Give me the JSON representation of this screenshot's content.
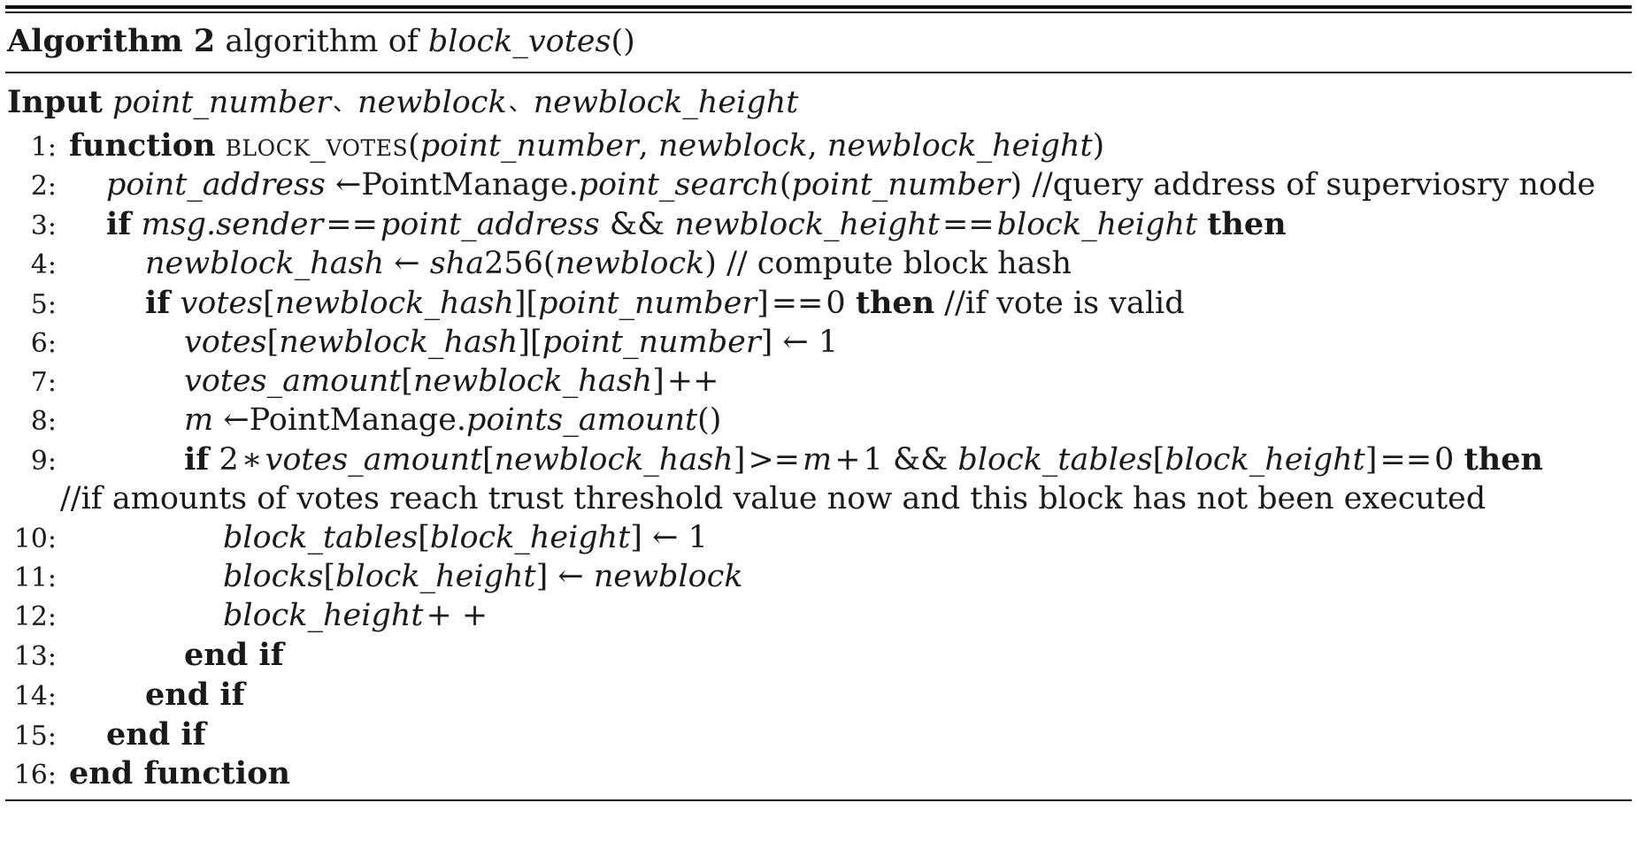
{
  "caption": {
    "label": "Algorithm 2",
    "of_text": "algorithm of ",
    "name": "block_votes",
    "parens": "()"
  },
  "input": {
    "keyword": "Input",
    "params": [
      "point_number",
      "newblock",
      "newblock_height"
    ],
    "separator": "、"
  },
  "lines": [
    {
      "no": "1:",
      "indent": 0,
      "tokens": [
        {
          "t": "kw",
          "v": "function"
        },
        {
          "t": "sp",
          "v": " "
        },
        {
          "t": "sc",
          "v": "block_votes"
        },
        {
          "t": "rm",
          "v": "("
        },
        {
          "t": "var",
          "v": "point_number"
        },
        {
          "t": "rm",
          "v": ", "
        },
        {
          "t": "var",
          "v": "newblock"
        },
        {
          "t": "rm",
          "v": ", "
        },
        {
          "t": "var",
          "v": "newblock_height"
        },
        {
          "t": "rm",
          "v": ")"
        }
      ]
    },
    {
      "no": "2:",
      "indent": 1,
      "tokens": [
        {
          "t": "var",
          "v": "point_address"
        },
        {
          "t": "sp",
          "v": " "
        },
        {
          "t": "arrow",
          "v": "←"
        },
        {
          "t": "rm",
          "v": "PointManage."
        },
        {
          "t": "var",
          "v": "point_search"
        },
        {
          "t": "rm",
          "v": "("
        },
        {
          "t": "var",
          "v": "point_number"
        },
        {
          "t": "rm",
          "v": ")"
        },
        {
          "t": "sp",
          "v": " "
        },
        {
          "t": "cmt",
          "v": "//query address of superviosry node"
        }
      ]
    },
    {
      "no": "3:",
      "indent": 1,
      "tokens": [
        {
          "t": "kw",
          "v": "if"
        },
        {
          "t": "sp",
          "v": " "
        },
        {
          "t": "var",
          "v": "msg.sender"
        },
        {
          "t": "op",
          "v": "=="
        },
        {
          "t": "var",
          "v": "point_address"
        },
        {
          "t": "sp",
          "v": " "
        },
        {
          "t": "rm",
          "v": "&&"
        },
        {
          "t": "sp",
          "v": " "
        },
        {
          "t": "var",
          "v": "newblock_height"
        },
        {
          "t": "op",
          "v": "=="
        },
        {
          "t": "var",
          "v": "block_height"
        },
        {
          "t": "sp",
          "v": " "
        },
        {
          "t": "kw",
          "v": "then"
        }
      ]
    },
    {
      "no": "4:",
      "indent": 2,
      "tokens": [
        {
          "t": "var",
          "v": "newblock_hash"
        },
        {
          "t": "sp",
          "v": " "
        },
        {
          "t": "arrow",
          "v": "←"
        },
        {
          "t": "sp",
          "v": " "
        },
        {
          "t": "var",
          "v": "sha"
        },
        {
          "t": "num",
          "v": "256"
        },
        {
          "t": "rm",
          "v": "("
        },
        {
          "t": "var",
          "v": "newblock"
        },
        {
          "t": "rm",
          "v": ")"
        },
        {
          "t": "sp",
          "v": " "
        },
        {
          "t": "cmt",
          "v": "// compute block hash"
        }
      ]
    },
    {
      "no": "5:",
      "indent": 2,
      "tokens": [
        {
          "t": "kw",
          "v": "if"
        },
        {
          "t": "sp",
          "v": " "
        },
        {
          "t": "var",
          "v": "votes"
        },
        {
          "t": "rm",
          "v": "["
        },
        {
          "t": "var",
          "v": "newblock_hash"
        },
        {
          "t": "rm",
          "v": "]["
        },
        {
          "t": "var",
          "v": "point_number"
        },
        {
          "t": "rm",
          "v": "]"
        },
        {
          "t": "op",
          "v": "=="
        },
        {
          "t": "num",
          "v": "0"
        },
        {
          "t": "sp",
          "v": " "
        },
        {
          "t": "kw",
          "v": "then"
        },
        {
          "t": "sp",
          "v": " "
        },
        {
          "t": "cmt",
          "v": "//if vote is valid"
        }
      ]
    },
    {
      "no": "6:",
      "indent": 3,
      "tokens": [
        {
          "t": "var",
          "v": "votes"
        },
        {
          "t": "rm",
          "v": "["
        },
        {
          "t": "var",
          "v": "newblock_hash"
        },
        {
          "t": "rm",
          "v": "]["
        },
        {
          "t": "var",
          "v": "point_number"
        },
        {
          "t": "rm",
          "v": "]"
        },
        {
          "t": "sp",
          "v": " "
        },
        {
          "t": "arrow",
          "v": "←"
        },
        {
          "t": "sp",
          "v": " "
        },
        {
          "t": "num",
          "v": "1"
        }
      ]
    },
    {
      "no": "7:",
      "indent": 3,
      "tokens": [
        {
          "t": "var",
          "v": "votes_amount"
        },
        {
          "t": "rm",
          "v": "["
        },
        {
          "t": "var",
          "v": "newblock_hash"
        },
        {
          "t": "rm",
          "v": "]"
        },
        {
          "t": "op",
          "v": "++"
        }
      ]
    },
    {
      "no": "8:",
      "indent": 3,
      "tokens": [
        {
          "t": "var",
          "v": "m"
        },
        {
          "t": "sp",
          "v": " "
        },
        {
          "t": "arrow",
          "v": "←"
        },
        {
          "t": "rm",
          "v": "PointManage."
        },
        {
          "t": "var",
          "v": "points_amount"
        },
        {
          "t": "rm",
          "v": "()"
        }
      ]
    },
    {
      "no": "9:",
      "indent": 3,
      "tokens": [
        {
          "t": "kw",
          "v": "if"
        },
        {
          "t": "sp",
          "v": " "
        },
        {
          "t": "num",
          "v": "2"
        },
        {
          "t": "op",
          "v": "∗"
        },
        {
          "t": "var",
          "v": "votes_amount"
        },
        {
          "t": "rm",
          "v": "["
        },
        {
          "t": "var",
          "v": "newblock_hash"
        },
        {
          "t": "rm",
          "v": "]"
        },
        {
          "t": "op",
          "v": ">="
        },
        {
          "t": "var",
          "v": "m"
        },
        {
          "t": "op",
          "v": "+"
        },
        {
          "t": "num",
          "v": "1"
        },
        {
          "t": "sp",
          "v": " "
        },
        {
          "t": "rm",
          "v": "&&"
        },
        {
          "t": "sp",
          "v": " "
        },
        {
          "t": "var",
          "v": "block_tables"
        },
        {
          "t": "rm",
          "v": "["
        },
        {
          "t": "var",
          "v": "block_height"
        },
        {
          "t": "rm",
          "v": "]"
        },
        {
          "t": "op",
          "v": "=="
        },
        {
          "t": "num",
          "v": "0"
        },
        {
          "t": "sp",
          "v": " "
        },
        {
          "t": "kw",
          "v": "then"
        }
      ]
    },
    {
      "no": "10:",
      "indent": 4,
      "tokens": [
        {
          "t": "var",
          "v": "block_tables"
        },
        {
          "t": "rm",
          "v": "["
        },
        {
          "t": "var",
          "v": "block_height"
        },
        {
          "t": "rm",
          "v": "]"
        },
        {
          "t": "sp",
          "v": " "
        },
        {
          "t": "arrow",
          "v": "←"
        },
        {
          "t": "sp",
          "v": " "
        },
        {
          "t": "num",
          "v": "1"
        }
      ]
    },
    {
      "no": "11:",
      "indent": 4,
      "tokens": [
        {
          "t": "var",
          "v": "blocks"
        },
        {
          "t": "rm",
          "v": "["
        },
        {
          "t": "var",
          "v": "block_height"
        },
        {
          "t": "rm",
          "v": "]"
        },
        {
          "t": "sp",
          "v": " "
        },
        {
          "t": "arrow",
          "v": "←"
        },
        {
          "t": "sp",
          "v": " "
        },
        {
          "t": "var",
          "v": "newblock"
        }
      ]
    },
    {
      "no": "12:",
      "indent": 4,
      "tokens": [
        {
          "t": "var",
          "v": "block_height"
        },
        {
          "t": "op",
          "v": "+ +"
        }
      ]
    },
    {
      "no": "13:",
      "indent": 3,
      "tokens": [
        {
          "t": "kw",
          "v": "end if"
        }
      ]
    },
    {
      "no": "14:",
      "indent": 2,
      "tokens": [
        {
          "t": "kw",
          "v": "end if"
        }
      ]
    },
    {
      "no": "15:",
      "indent": 1,
      "tokens": [
        {
          "t": "kw",
          "v": "end if"
        }
      ]
    },
    {
      "no": "16:",
      "indent": 0,
      "tokens": [
        {
          "t": "kw",
          "v": "end function"
        }
      ]
    }
  ],
  "wrapped_comment": {
    "after_line": "9:",
    "text": "//if amounts of votes reach trust threshold value now and this block has not been executed"
  }
}
